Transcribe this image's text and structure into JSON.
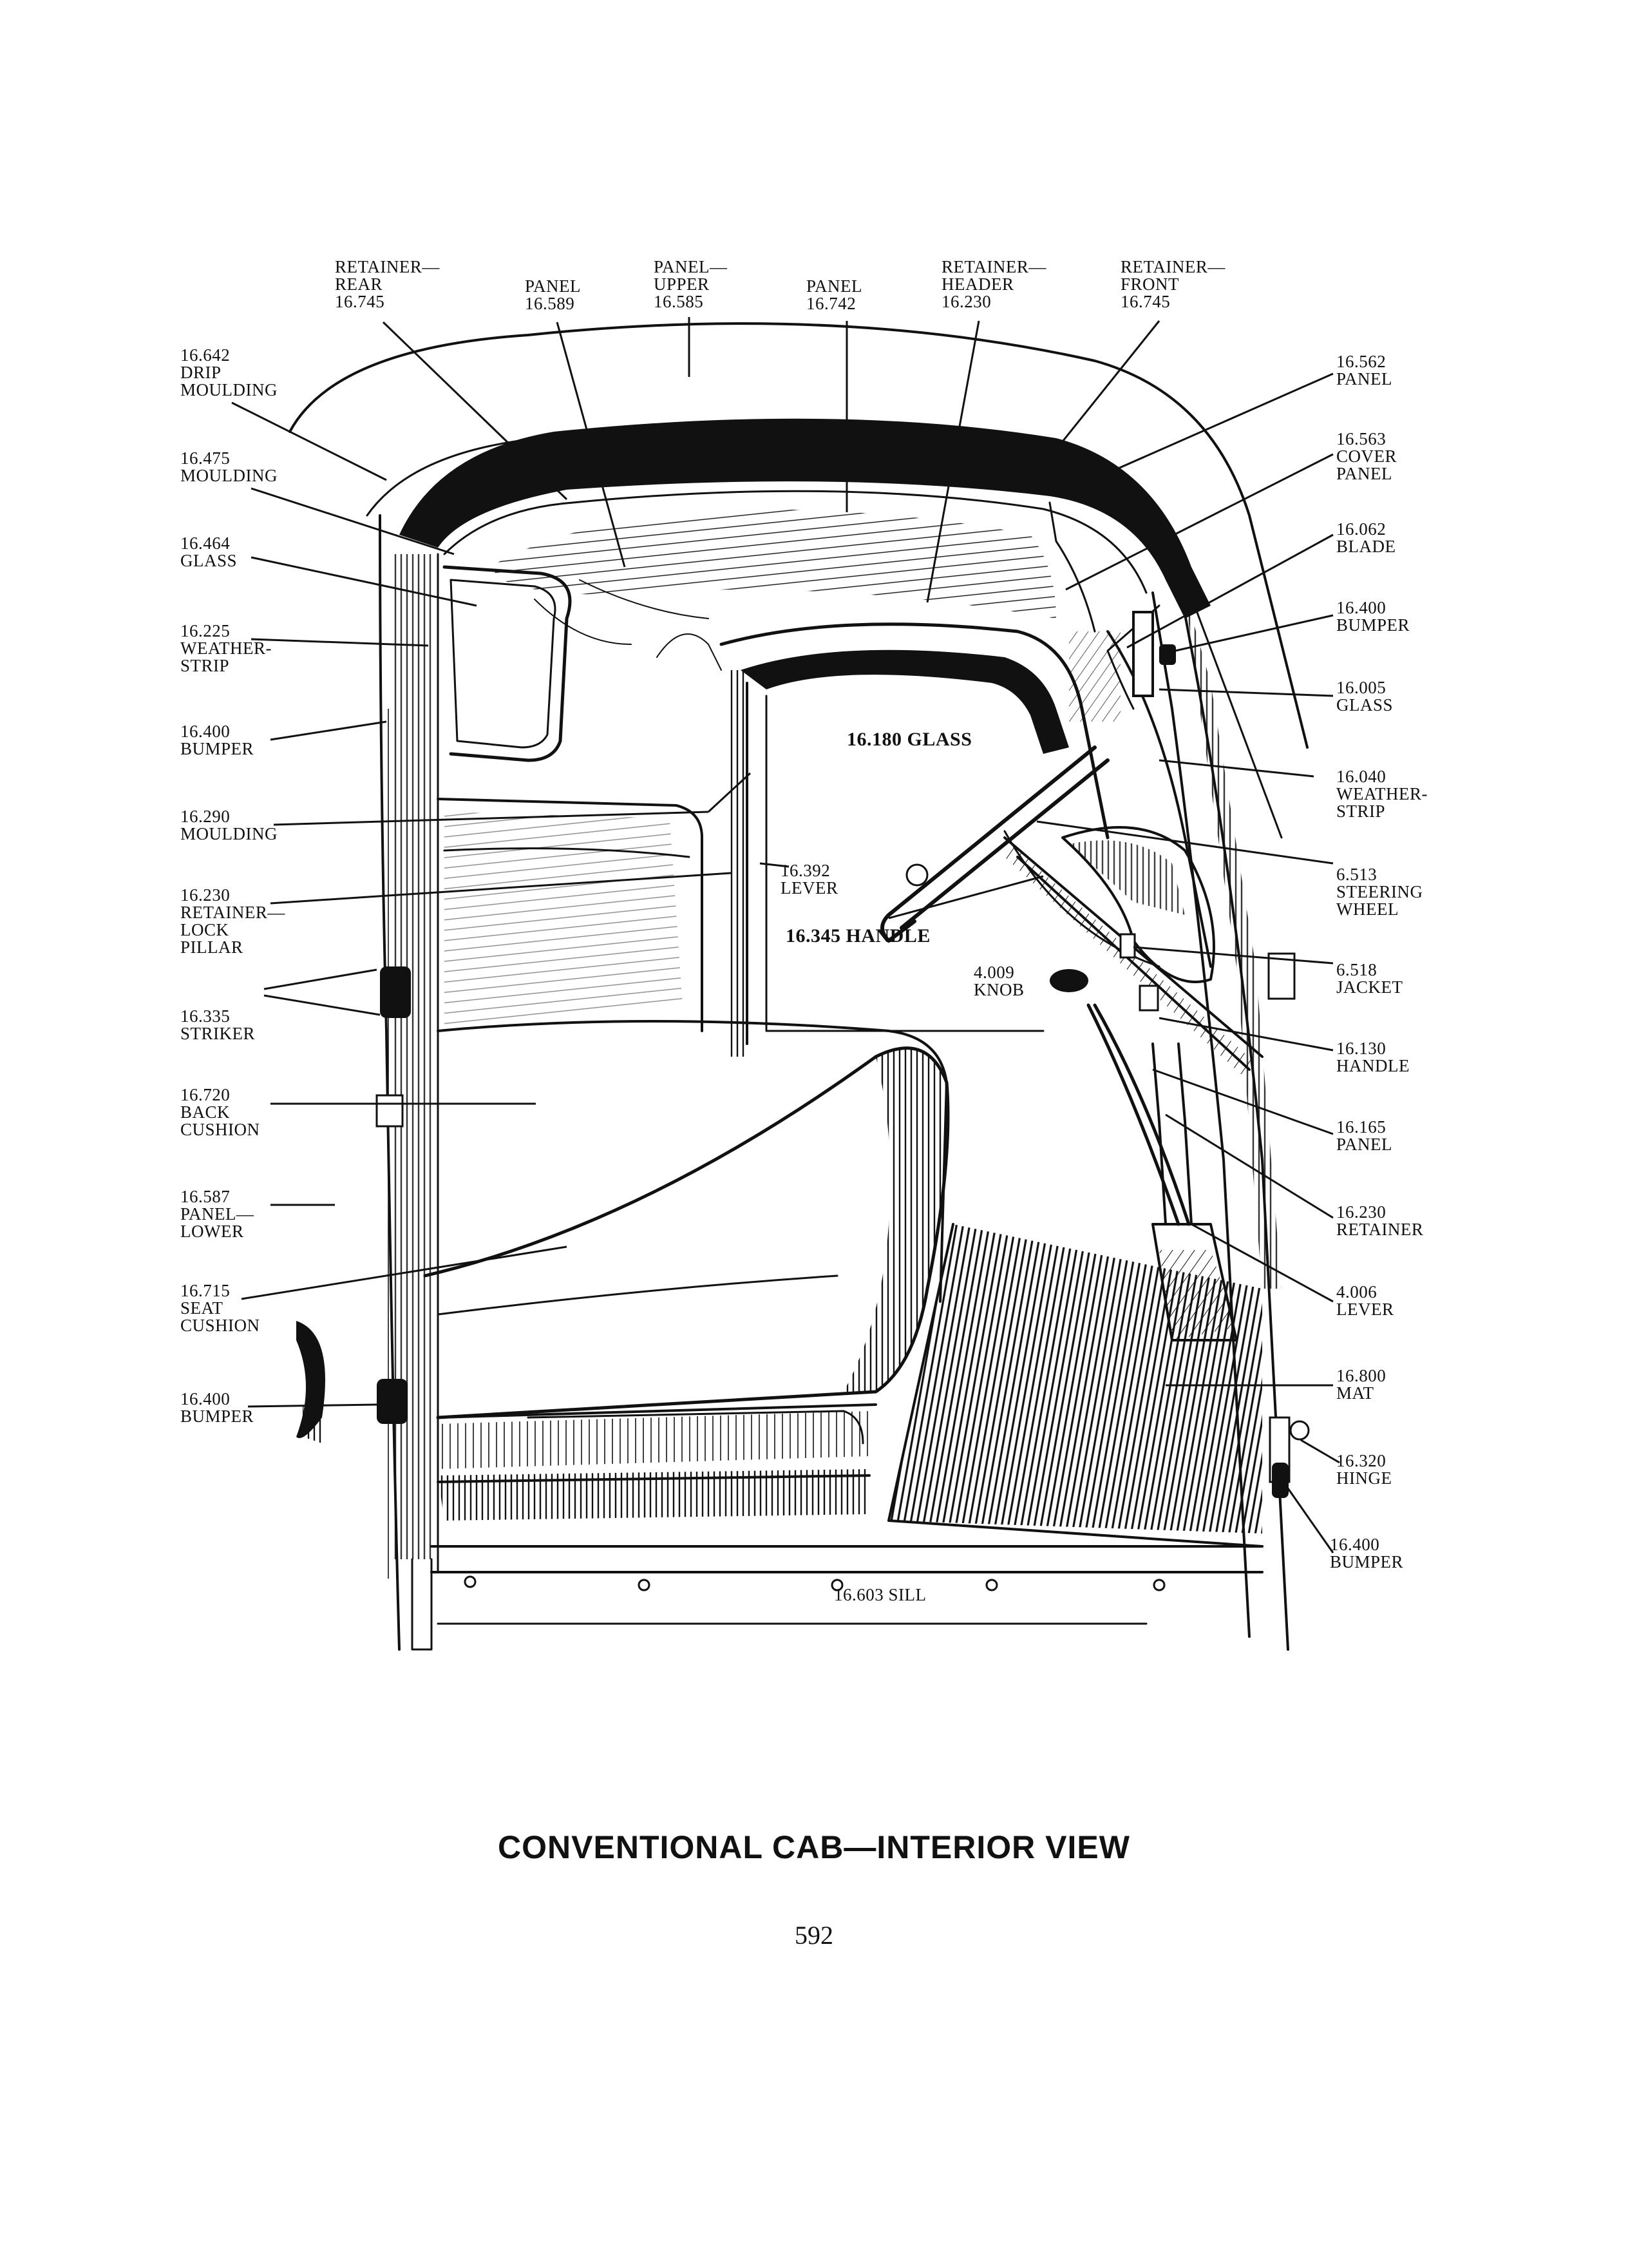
{
  "caption": "CONVENTIONAL CAB—INTERIOR VIEW",
  "page_number": "592",
  "callouts": [
    {
      "id": "retainer-rear-16745",
      "lines": [
        "RETAINER—",
        "REAR",
        "16.745"
      ]
    },
    {
      "id": "panel-16589",
      "lines": [
        "PANEL",
        "16.589"
      ]
    },
    {
      "id": "panel-upper-16585",
      "lines": [
        "PANEL—",
        "UPPER",
        "16.585"
      ]
    },
    {
      "id": "panel-16742",
      "lines": [
        "PANEL",
        "16.742"
      ]
    },
    {
      "id": "retainer-header-16230",
      "lines": [
        "RETAINER—",
        "HEADER",
        "16.230"
      ]
    },
    {
      "id": "retainer-front-16745",
      "lines": [
        "RETAINER—",
        "FRONT",
        "16.745"
      ]
    },
    {
      "id": "drip-moulding-16642",
      "lines": [
        "16.642",
        "DRIP",
        "MOULDING"
      ]
    },
    {
      "id": "moulding-16475",
      "lines": [
        "16.475",
        "MOULDING"
      ]
    },
    {
      "id": "glass-16464",
      "lines": [
        "16.464",
        "GLASS"
      ]
    },
    {
      "id": "weatherstrip-16225",
      "lines": [
        "16.225",
        "WEATHER-",
        "STRIP"
      ]
    },
    {
      "id": "bumper-16400-upper",
      "lines": [
        "16.400",
        "BUMPER"
      ]
    },
    {
      "id": "moulding-16290",
      "lines": [
        "16.290",
        "MOULDING"
      ]
    },
    {
      "id": "retainer-lock-pillar-16230",
      "lines": [
        "16.230",
        "RETAINER—",
        "LOCK",
        "PILLAR"
      ]
    },
    {
      "id": "striker-16335",
      "lines": [
        "16.335",
        "STRIKER"
      ]
    },
    {
      "id": "back-cushion-16720",
      "lines": [
        "16.720",
        "BACK",
        "CUSHION"
      ]
    },
    {
      "id": "panel-lower-16587",
      "lines": [
        "16.587",
        "PANEL—",
        "LOWER"
      ]
    },
    {
      "id": "seat-cushion-16715",
      "lines": [
        "16.715",
        "SEAT",
        "CUSHION"
      ]
    },
    {
      "id": "bumper-16400-lower",
      "lines": [
        "16.400",
        "BUMPER"
      ]
    },
    {
      "id": "panel-16562",
      "lines": [
        "16.562",
        "PANEL"
      ]
    },
    {
      "id": "cover-panel-16563",
      "lines": [
        "16.563",
        "COVER",
        "PANEL"
      ]
    },
    {
      "id": "blade-16062",
      "lines": [
        "16.062",
        "BLADE"
      ]
    },
    {
      "id": "bumper-16400-right",
      "lines": [
        "16.400",
        "BUMPER"
      ]
    },
    {
      "id": "glass-16005",
      "lines": [
        "16.005",
        "GLASS"
      ]
    },
    {
      "id": "weatherstrip-16040",
      "lines": [
        "16.040",
        "WEATHER-",
        "STRIP"
      ]
    },
    {
      "id": "steering-wheel-6513",
      "lines": [
        "6.513",
        "STEERING",
        "WHEEL"
      ]
    },
    {
      "id": "jacket-6518",
      "lines": [
        "6.518",
        "JACKET"
      ]
    },
    {
      "id": "handle-16130",
      "lines": [
        "16.130",
        "HANDLE"
      ]
    },
    {
      "id": "panel-16165",
      "lines": [
        "16.165",
        "PANEL"
      ]
    },
    {
      "id": "retainer-16230",
      "lines": [
        "16.230",
        "RETAINER"
      ]
    },
    {
      "id": "lever-4006",
      "lines": [
        "4.006",
        "LEVER"
      ]
    },
    {
      "id": "mat-16800",
      "lines": [
        "16.800",
        "MAT"
      ]
    },
    {
      "id": "hinge-16320",
      "lines": [
        "16.320",
        "HINGE"
      ]
    },
    {
      "id": "bumper-16400-bottom",
      "lines": [
        "16.400",
        "BUMPER"
      ]
    },
    {
      "id": "glass-16180",
      "lines": [
        "16.180 GLASS"
      ]
    },
    {
      "id": "lever-16392",
      "lines": [
        "16.392",
        "LEVER"
      ]
    },
    {
      "id": "handle-16345",
      "lines": [
        "16.345 HANDLE"
      ]
    },
    {
      "id": "knob-4009",
      "lines": [
        "4.009",
        "KNOB"
      ]
    },
    {
      "id": "sill-16603",
      "lines": [
        "16.603 SILL"
      ]
    }
  ]
}
